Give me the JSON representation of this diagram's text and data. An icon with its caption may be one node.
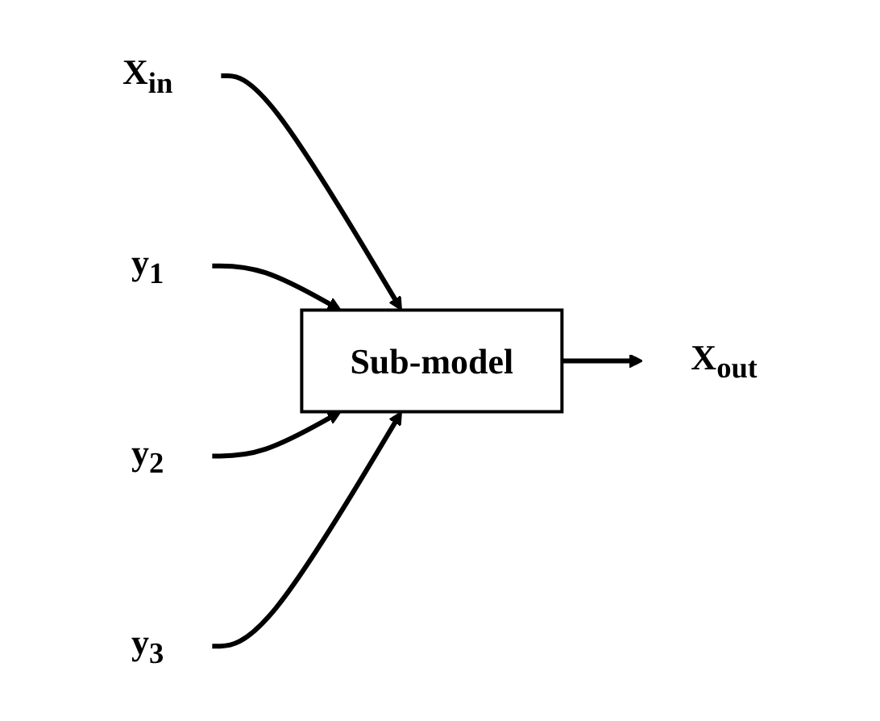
{
  "diagram": {
    "nodes": [
      {
        "text": [
          "Sub-model"
        ]
      },
      {
        "text": [
          "X$_{in}$"
        ]
      },
      {
        "text": [
          "X$_{out}$"
        ]
      },
      {
        "text": [
          "y$_{1}$"
        ]
      },
      {
        "text": [
          "y$_{2}$"
        ]
      },
      {
        "text": [
          "y$_{3}$"
        ]
      }
    ],
    "edges": [
      {
        "from": 1,
        "to": 0,
        "arrow": "to"
      },
      {
        "from": 3,
        "to": 0,
        "arrow": "to"
      },
      {
        "from": 4,
        "to": 0,
        "arrow": "to"
      },
      {
        "from": 5,
        "to": 0,
        "arrow": "to"
      },
      {
        "from": 0,
        "to": 2,
        "arrow": "to"
      }
    ]
  }
}
